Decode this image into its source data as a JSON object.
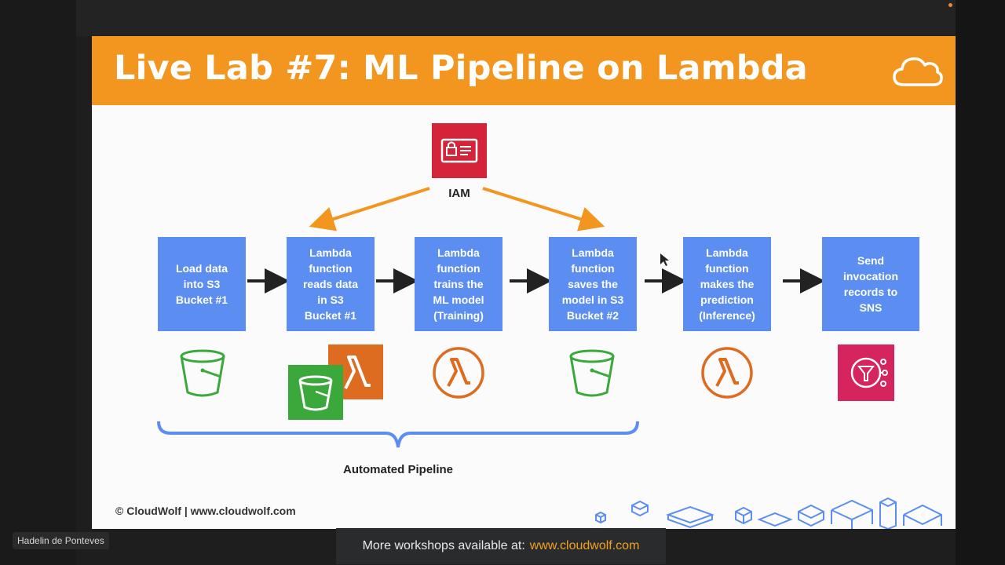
{
  "slide": {
    "title": "Live Lab #7: ML Pipeline on Lambda",
    "iam_label": "IAM",
    "steps": [
      "Load data\ninto S3\nBucket #1",
      "Lambda\nfunction\nreads data\nin S3\nBucket #1",
      "Lambda\nfunction\ntrains the\nML model\n(Training)",
      "Lambda\nfunction\nsaves the\nmodel in S3\nBucket #2",
      "Lambda\nfunction\nmakes the\nprediction\n(Inference)",
      "Send\ninvocation\nrecords to\nSNS"
    ],
    "pipeline_label": "Automated Pipeline",
    "footer": "© CloudWolf  |  www.cloudwolf.com"
  },
  "overlay": {
    "presenter_name": "Hadelin de Ponteves",
    "banner_text": "More workshops available at:",
    "banner_link": "www.cloudwolf.com"
  },
  "colors": {
    "banner": "#f3961f",
    "step_box": "#5c8ef1",
    "iam": "#d5243a",
    "s3_green": "#3aa83a",
    "lambda_orange": "#dd6b20",
    "sns_pink": "#d6245f",
    "arrow_orange": "#f3961f"
  },
  "icons": {
    "iam": "iam-icon",
    "s3": "s3-bucket-icon",
    "lambda": "lambda-icon",
    "sns": "sns-icon",
    "cloud": "cloud-icon"
  }
}
